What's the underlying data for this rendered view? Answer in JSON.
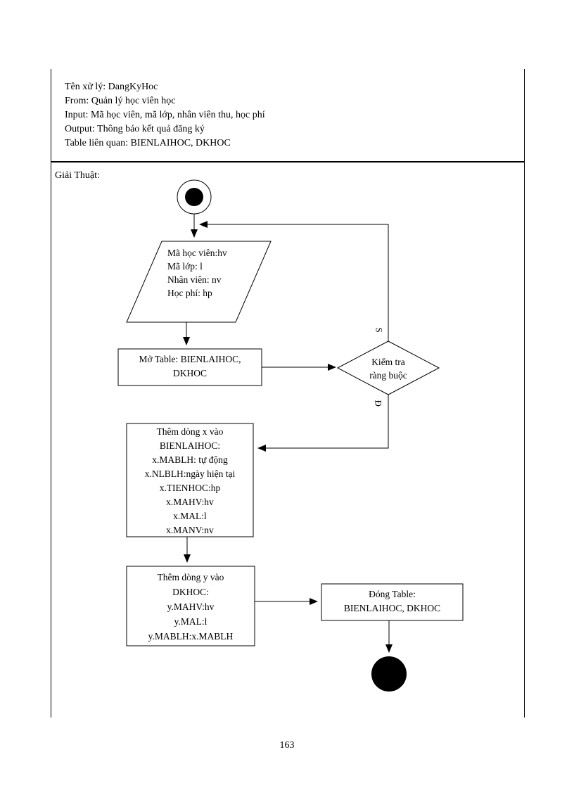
{
  "header": {
    "lines": [
      "Tên xử lý:  DangKyHoc",
      "From:   Quản lý học viên học",
      "Input:  Mã học viên,  mã lớp,  nhân viên thu,  học phí",
      "Output:  Thông báo kết quả đăng ký",
      "Table liên quan:  BIENLAIHOC, DKHOC"
    ]
  },
  "algorithm": {
    "label": "Giải Thuật:",
    "nodes": {
      "input": {
        "shape": "parallelogram",
        "lines": [
          "Mã học viên:hv",
          "Mã lớp: l",
          "Nhân viên:  nv",
          "Học phí:  hp"
        ]
      },
      "open_table": {
        "shape": "rectangle",
        "lines": [
          "Mở Table:  BIENLAIHOC,",
          "DKHOC"
        ]
      },
      "decision": {
        "shape": "diamond",
        "lines": [
          "Kiểm tra",
          "ràng buộc"
        ],
        "no_label": "S",
        "yes_label": "Đ"
      },
      "insert_x": {
        "shape": "rectangle",
        "lines": [
          "Thêm  dòng x vào",
          "BIENLAIHOC:",
          "x.MABLH:  tự động",
          "x.NLBLH:ngày  hiện tại",
          "x.TIENHOC:hp",
          "x.MAHV:hv",
          "x.MAL:l",
          "x.MANV:nv"
        ]
      },
      "insert_y": {
        "shape": "rectangle",
        "lines": [
          "Thêm  dòng y vào",
          "DKHOC:",
          "y.MAHV:hv",
          "y.MAL:l",
          "y.MABLH:x.MABLH"
        ]
      },
      "close_table": {
        "shape": "rectangle",
        "lines": [
          "Đóng Table:",
          "BIENLAIHOC, DKHOC"
        ]
      }
    }
  },
  "page_number": "163",
  "colors": {
    "ink": "#000000",
    "background": "#ffffff"
  }
}
